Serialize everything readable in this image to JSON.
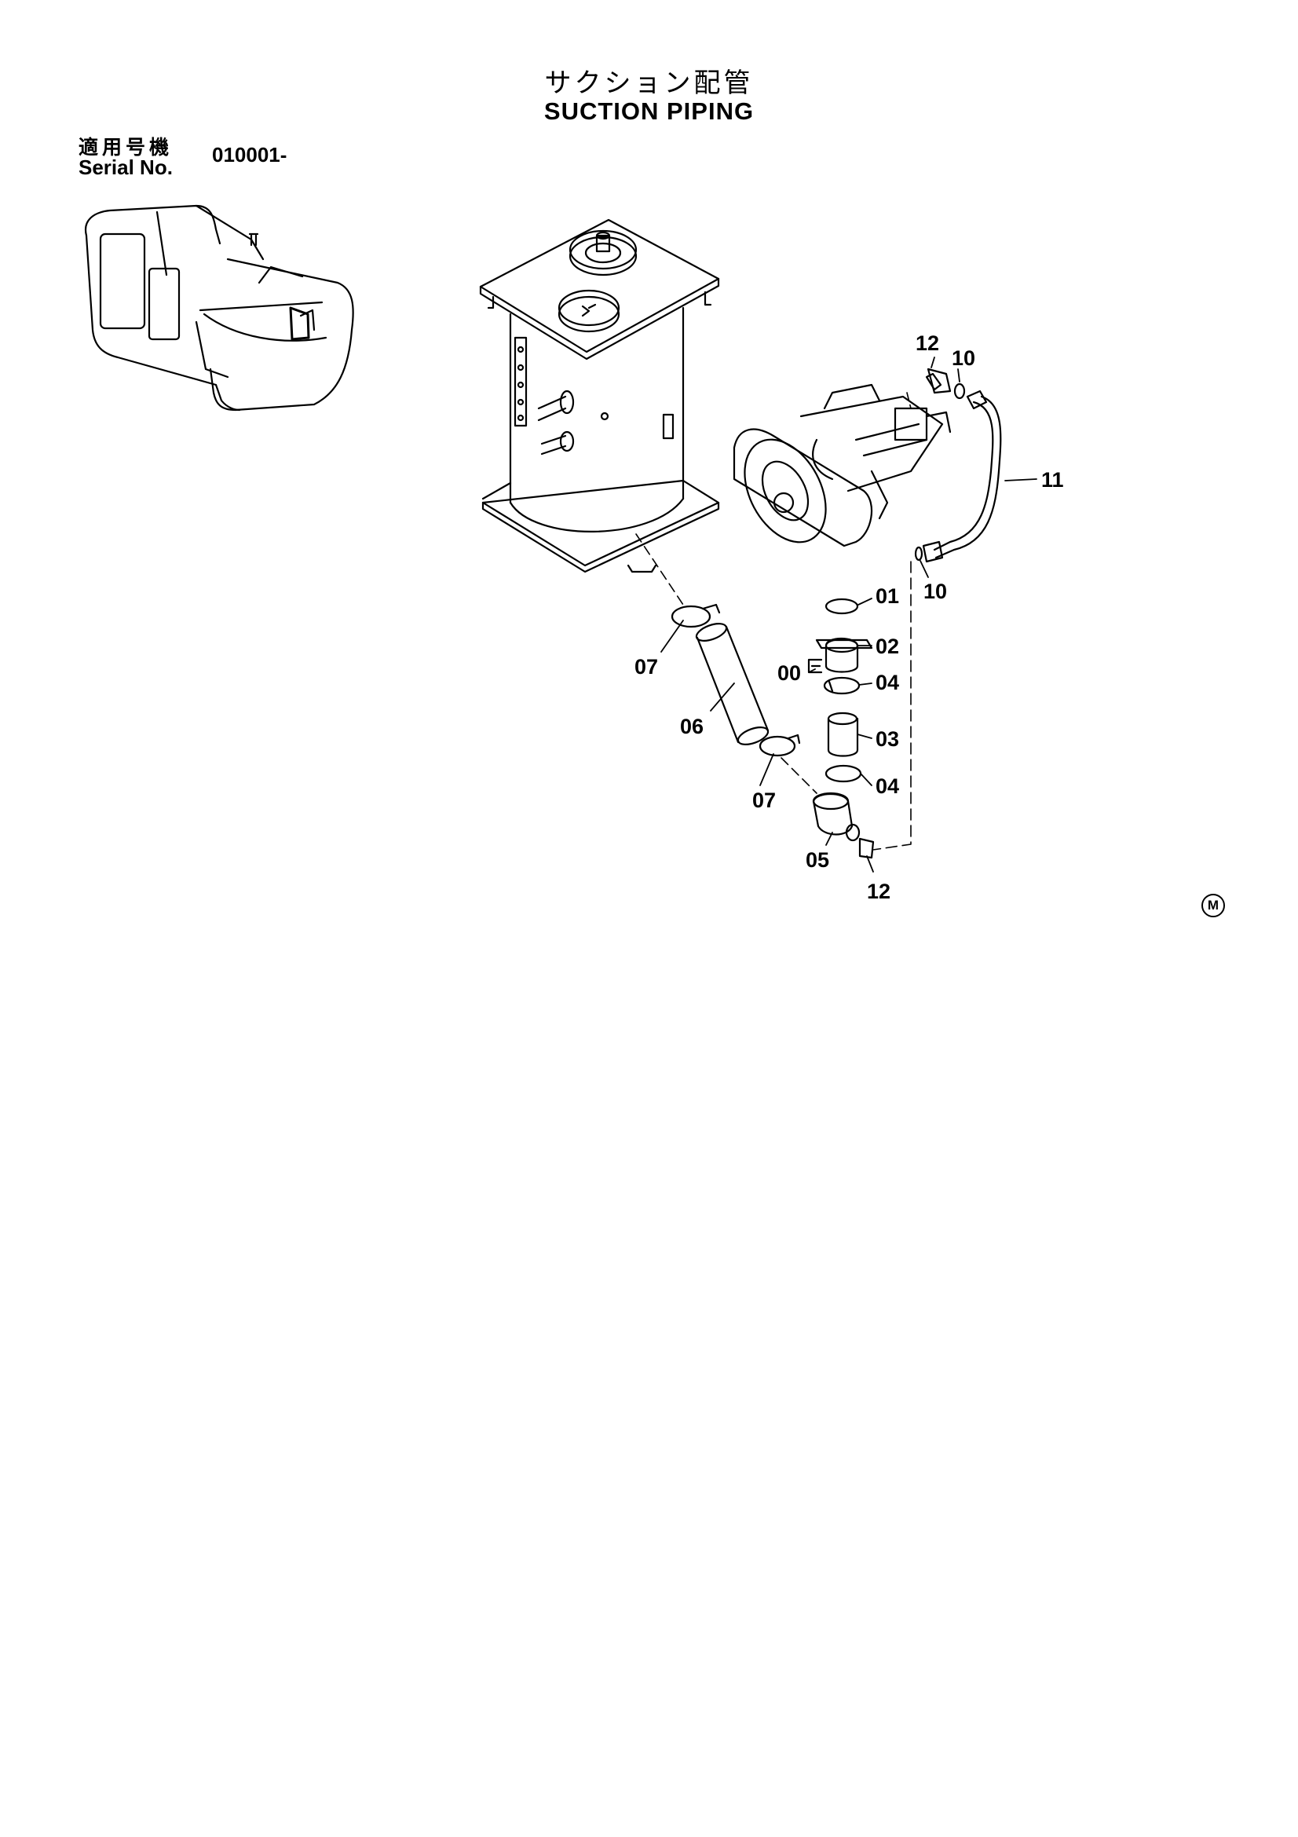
{
  "title": {
    "jp": "サクション配管",
    "en": "SUCTION PIPING"
  },
  "serial": {
    "label_jp": "適用号機",
    "label_en": "Serial No.",
    "value": "010001-"
  },
  "callouts": {
    "c00": "00",
    "c01": "01",
    "c02": "02",
    "c03": "03",
    "c04a": "04",
    "c04b": "04",
    "c05": "05",
    "c06": "06",
    "c07a": "07",
    "c07b": "07",
    "c10a": "10",
    "c10b": "10",
    "c11": "11",
    "c12a": "12",
    "c12b": "12"
  },
  "corner_mark": "M",
  "colors": {
    "line": "#000000",
    "background": "#ffffff"
  }
}
